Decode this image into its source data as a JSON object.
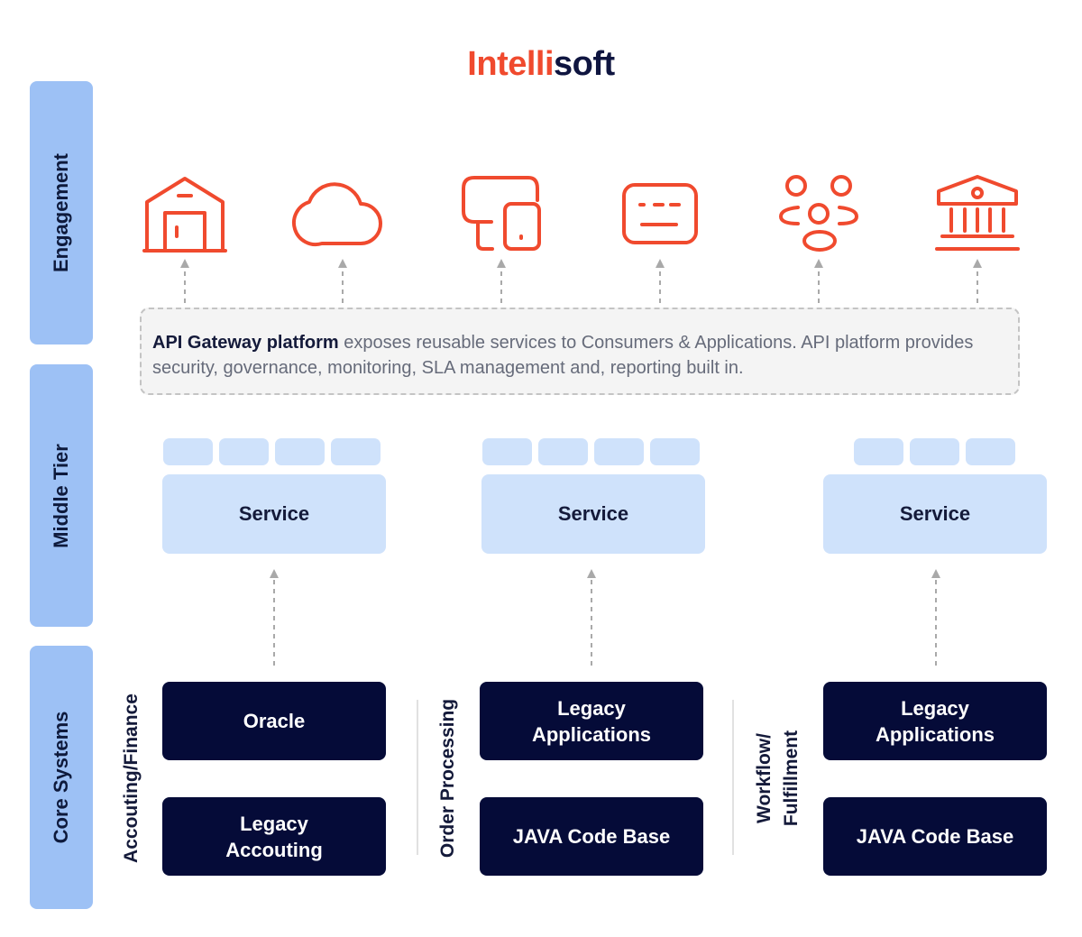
{
  "brand": {
    "logo_part1": "Intelli",
    "logo_part2": "soft"
  },
  "tiers": {
    "engagement": "Engagement",
    "middle": "Middle Tier",
    "core": "Core Systems"
  },
  "gateway": {
    "bold": "API Gateway platform",
    "text": " exposes reusable services to Consumers & Applications. API platform provides security, governance, monitoring, SLA management and, reporting built in."
  },
  "icons": [
    "warehouse-icon",
    "cloud-icon",
    "devices-icon",
    "chat-icon",
    "community-icon",
    "bank-icon"
  ],
  "services": [
    "Service",
    "Service",
    "Service"
  ],
  "groups": [
    {
      "label": "Accouting/Finance",
      "systems": [
        "Oracle",
        "Legacy\nAccouting"
      ]
    },
    {
      "label": "Order Processing",
      "systems": [
        "Legacy\nApplications",
        "JAVA Code Base"
      ]
    },
    {
      "label": "Workflow/\nFulfillment",
      "systems": [
        "Legacy\nApplications",
        "JAVA Code Base"
      ]
    }
  ],
  "colors": {
    "accent": "#f04a2e",
    "navy": "#050b38",
    "tier_blue": "#9dc1f5",
    "service_blue": "#cfe2fb"
  }
}
